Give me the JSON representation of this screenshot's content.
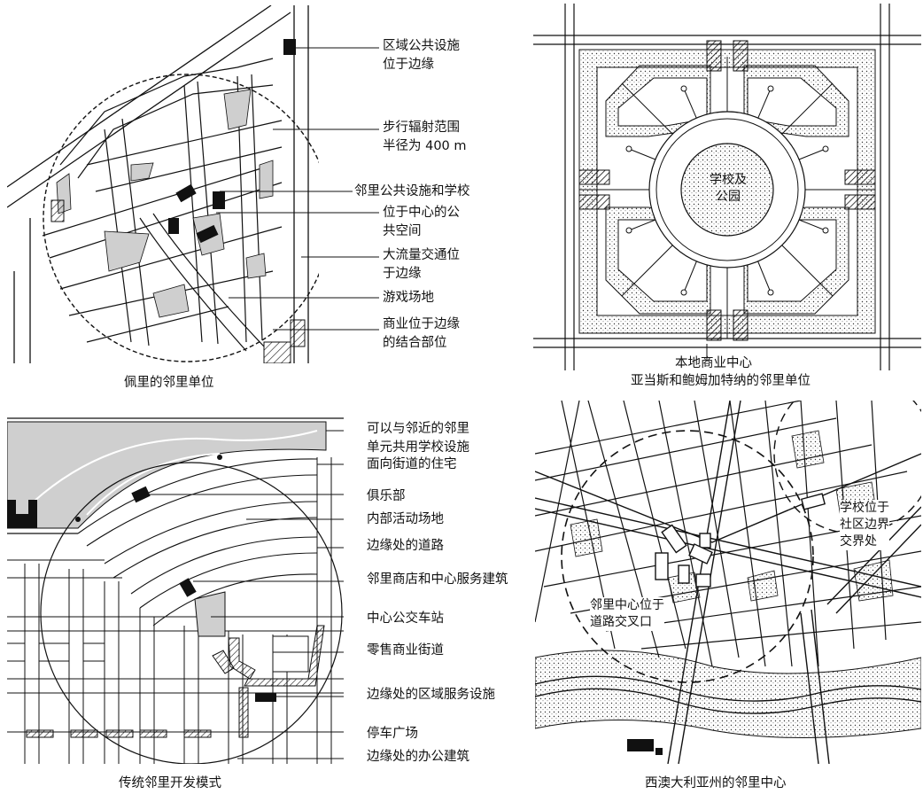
{
  "panels": {
    "perry": {
      "caption": "佩里的邻里单位",
      "labels": [
        "区域公共设施\n位于边缘",
        "步行辐射范围\n半径为 400 m",
        "邻里公共设施和学校",
        "位于中心的公\n共空间",
        "大流量交通位\n于边缘",
        "游戏场地",
        "商业位于边缘\n的结合部位"
      ]
    },
    "adams": {
      "captions": [
        "本地商业中心",
        "亚当斯和鲍姆加特纳的邻里单位"
      ],
      "center_label": "学校及\n公园"
    },
    "traditional": {
      "caption": "传统邻里开发模式",
      "labels": [
        "可以与邻近的邻里\n单元共用学校设施",
        "面向街道的住宅",
        "俱乐部",
        "内部活动场地",
        "边缘处的道路",
        "邻里商店和中心服务建筑",
        "中心公交车站",
        "零售商业街道",
        "边缘处的区域服务设施",
        "停车广场",
        "边缘处的办公建筑"
      ]
    },
    "western_australia": {
      "caption": "西澳大利亚州的邻里中心",
      "labels": [
        "学校位于\n社区边界\n交界处",
        "邻里中心位于\n道路交叉口"
      ]
    }
  },
  "colors": {
    "ink": "#111111",
    "shade": "#cfcfcf",
    "paper": "#ffffff"
  }
}
